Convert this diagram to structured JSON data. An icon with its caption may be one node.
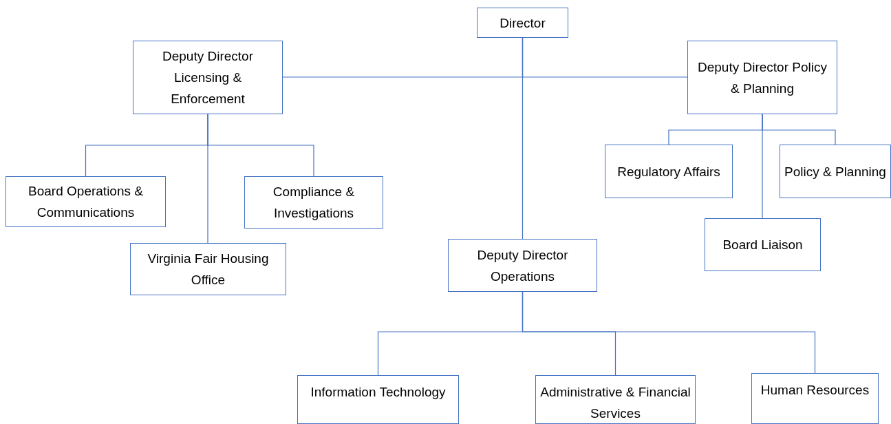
{
  "diagram": {
    "nodes": [
      {
        "text": [
          "Director"
        ]
      },
      {
        "text": [
          "Deputy Director Licensing & Enforcement"
        ]
      },
      {
        "text": [
          "Deputy Director Policy & Planning"
        ]
      },
      {
        "text": [
          "Board Operations & Communications"
        ]
      },
      {
        "text": [
          "Compliance & Investigations"
        ]
      },
      {
        "text": [
          "Virginia Fair Housing Office"
        ]
      },
      {
        "text": [
          "Regulatory Affairs"
        ]
      },
      {
        "text": [
          "Policy & Planning"
        ]
      },
      {
        "text": [
          "Board Liaison"
        ]
      },
      {
        "text": [
          "Deputy Director Operations"
        ]
      },
      {
        "text": [
          "Information Technology"
        ]
      },
      {
        "text": [
          "Administrative & Financial Services"
        ]
      },
      {
        "text": [
          "Human Resources"
        ]
      }
    ],
    "edges": [
      {
        "from": 0,
        "to": 1,
        "arrow": "none"
      },
      {
        "from": 0,
        "to": 2,
        "arrow": "none"
      },
      {
        "from": 0,
        "to": 9,
        "arrow": "none"
      },
      {
        "from": 1,
        "to": 3,
        "arrow": "none"
      },
      {
        "from": 1,
        "to": 4,
        "arrow": "none"
      },
      {
        "from": 1,
        "to": 5,
        "arrow": "none"
      },
      {
        "from": 2,
        "to": 6,
        "arrow": "none"
      },
      {
        "from": 2,
        "to": 7,
        "arrow": "none"
      },
      {
        "from": 2,
        "to": 8,
        "arrow": "none"
      },
      {
        "from": 9,
        "to": 10,
        "arrow": "none"
      },
      {
        "from": 9,
        "to": 11,
        "arrow": "none"
      },
      {
        "from": 9,
        "to": 12,
        "arrow": "none"
      }
    ]
  }
}
